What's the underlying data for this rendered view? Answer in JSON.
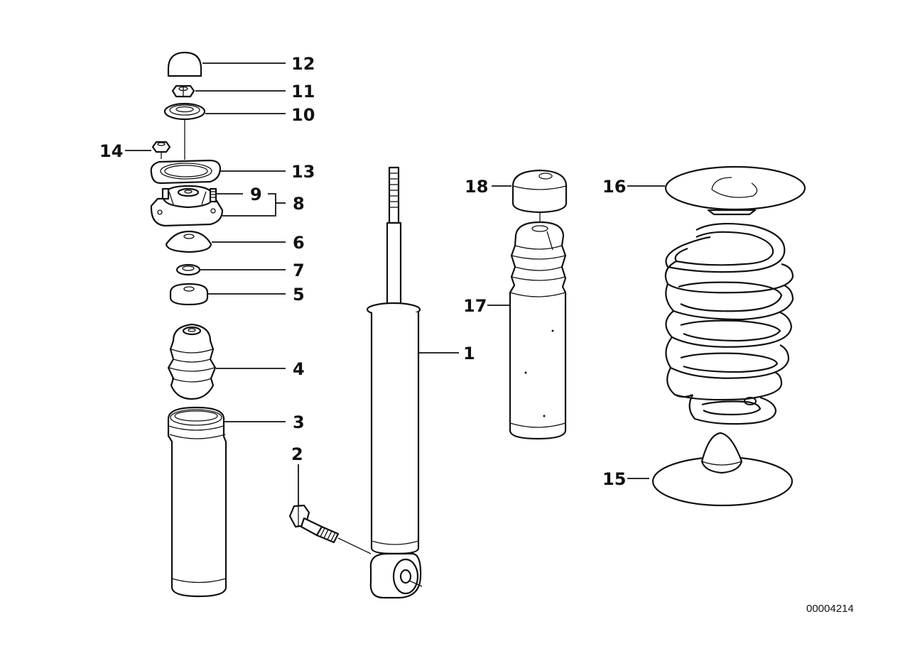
{
  "diagram": {
    "callouts": [
      {
        "id": "c12",
        "text": "12"
      },
      {
        "id": "c11",
        "text": "11"
      },
      {
        "id": "c10",
        "text": "10"
      },
      {
        "id": "c14",
        "text": "14"
      },
      {
        "id": "c13",
        "text": "13"
      },
      {
        "id": "c9",
        "text": "9"
      },
      {
        "id": "c8",
        "text": "8"
      },
      {
        "id": "c6",
        "text": "6"
      },
      {
        "id": "c7",
        "text": "7"
      },
      {
        "id": "c5",
        "text": "5"
      },
      {
        "id": "c4",
        "text": "4"
      },
      {
        "id": "c3",
        "text": "3"
      },
      {
        "id": "c2",
        "text": "2"
      },
      {
        "id": "c1",
        "text": "1"
      },
      {
        "id": "c18",
        "text": "18"
      },
      {
        "id": "c17",
        "text": "17"
      },
      {
        "id": "c16",
        "text": "16"
      },
      {
        "id": "c15",
        "text": "15"
      }
    ],
    "drawing_number": "00004214"
  }
}
